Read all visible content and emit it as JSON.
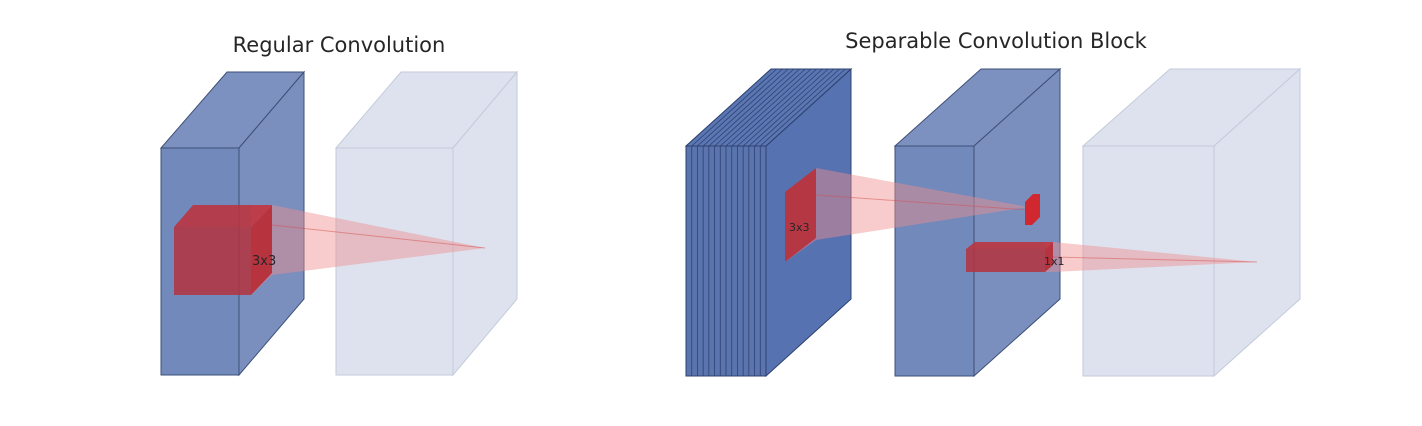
{
  "left_panel": {
    "title": "Regular Convolution",
    "kernel_label": "3x3"
  },
  "right_panel": {
    "title": "Separable Convolution Block",
    "depthwise_label": "3x3",
    "pointwise_label": "1x1"
  },
  "colors": {
    "input_block": "#4c6aa8",
    "output_block": "#c8d1e6",
    "kernel": "#c0282d",
    "projection": "#ef8f8f"
  }
}
